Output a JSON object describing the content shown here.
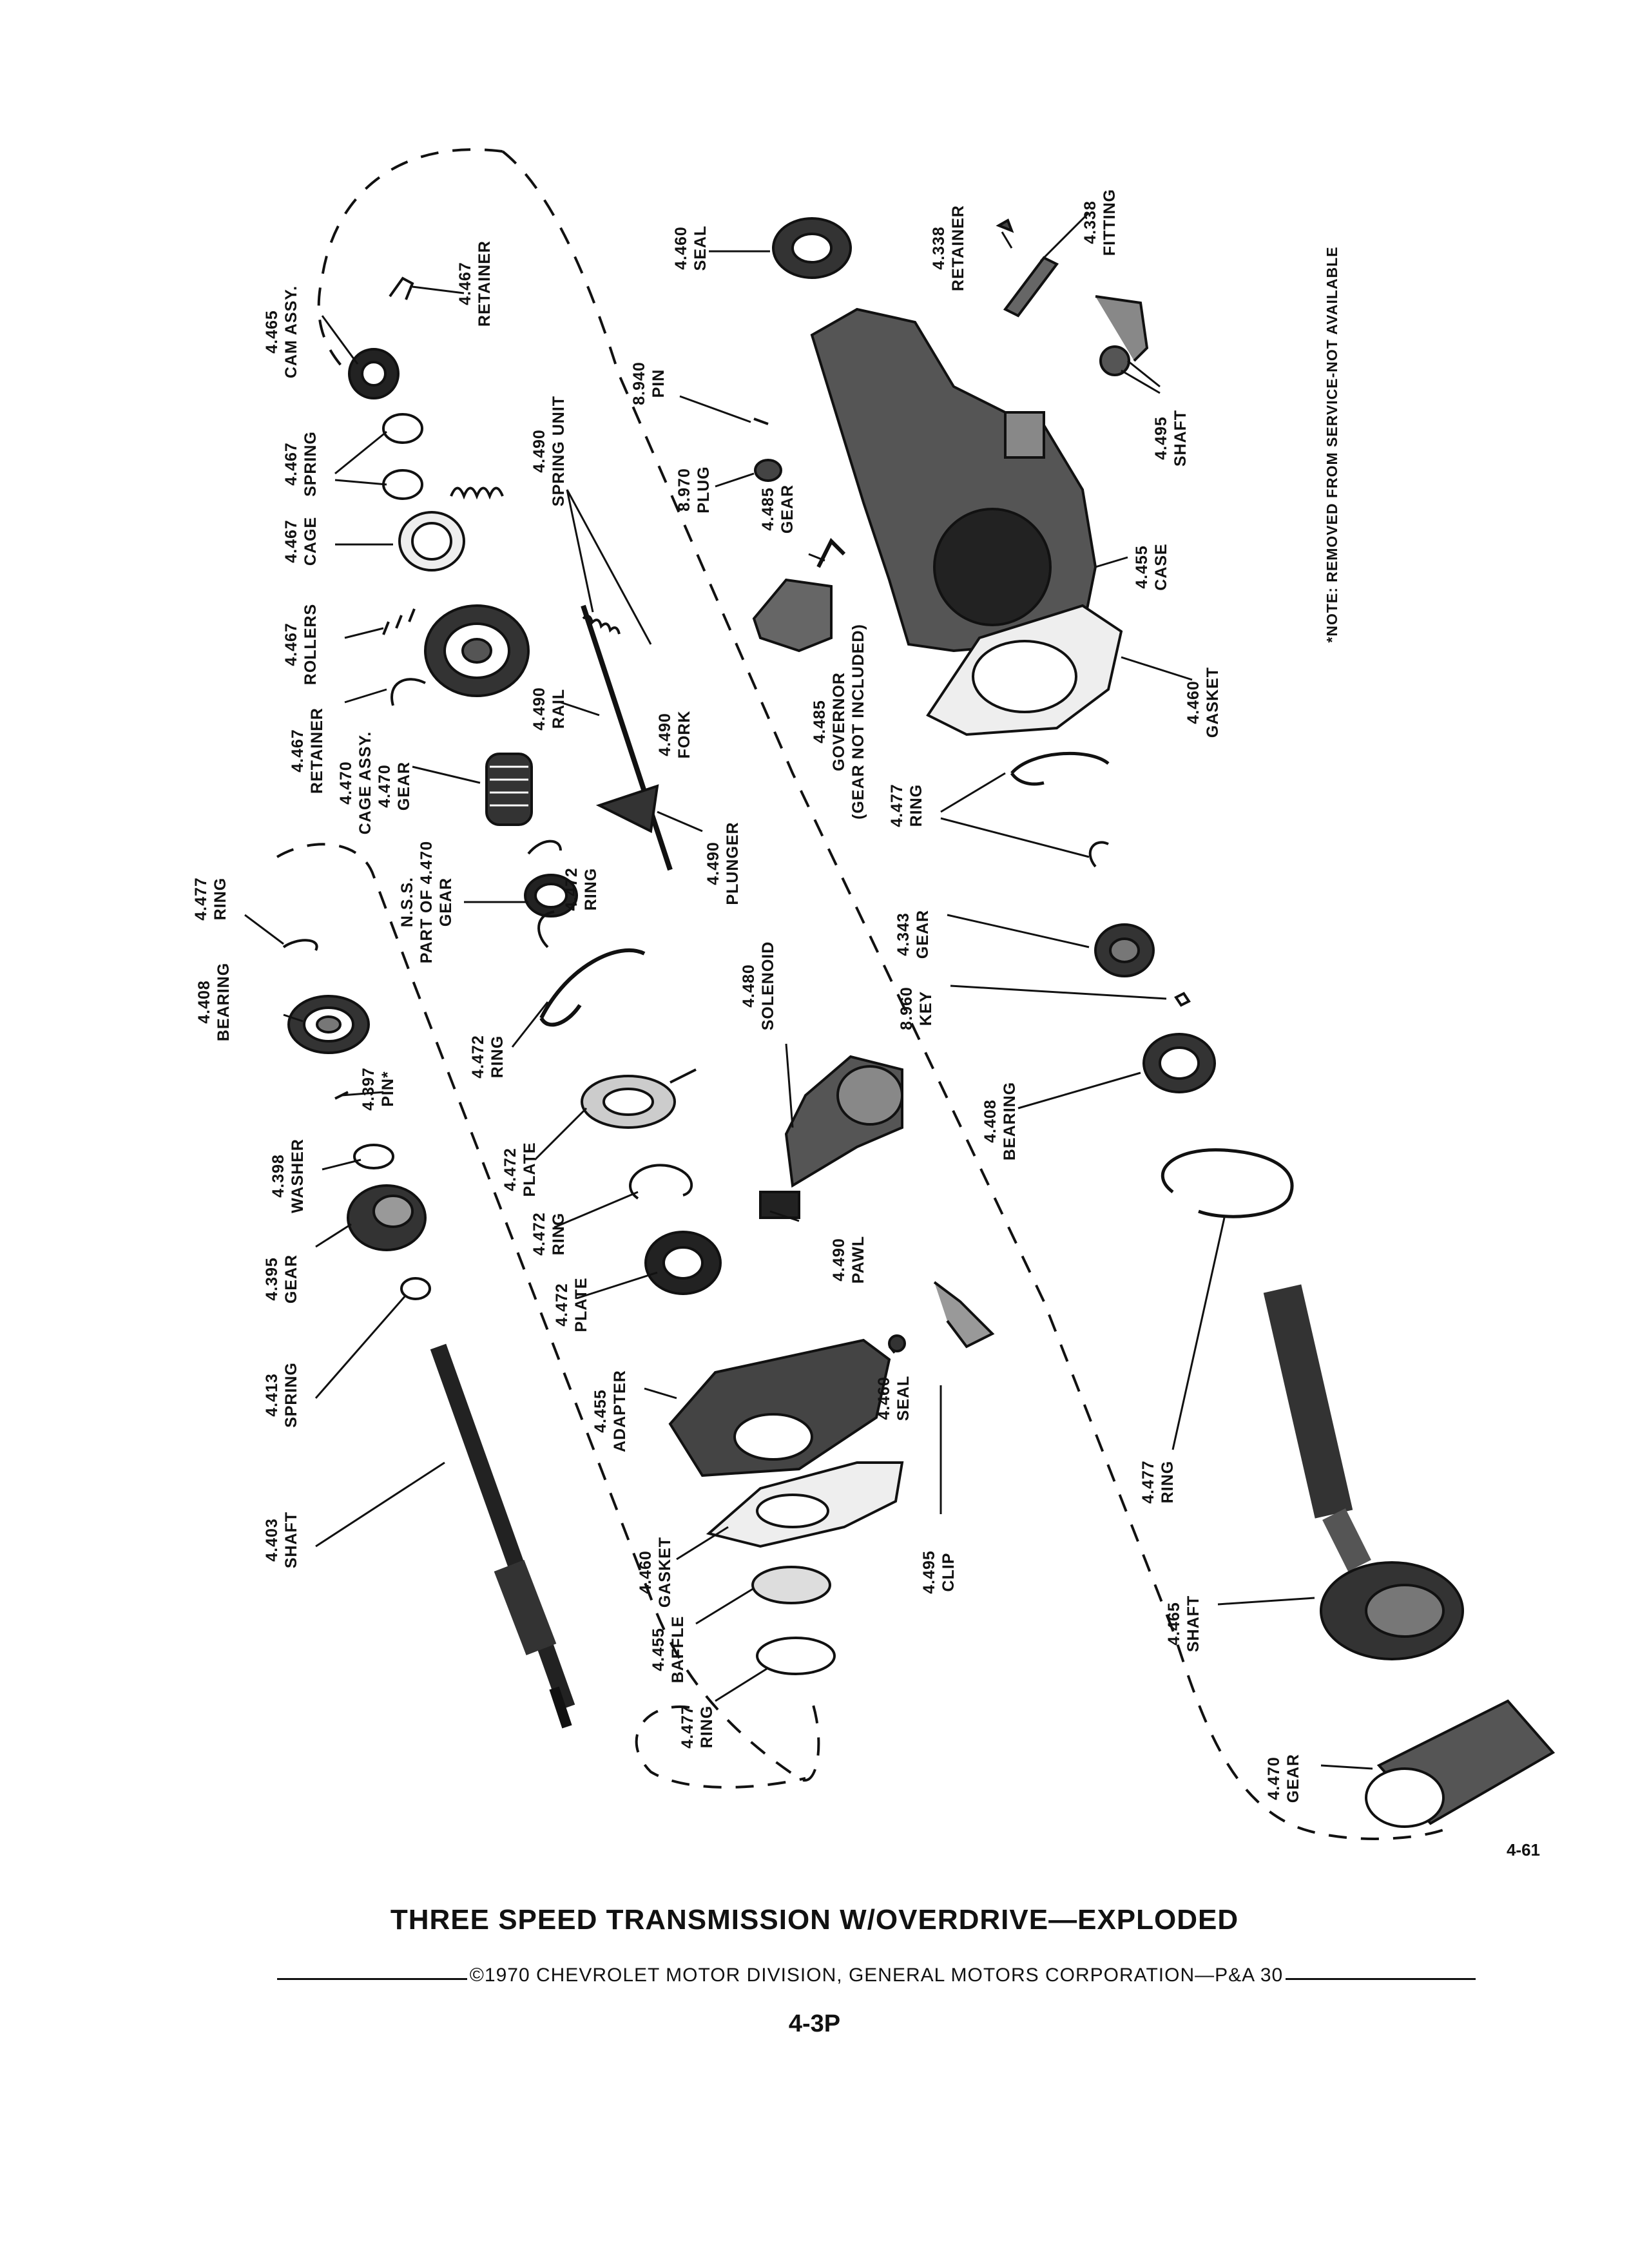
{
  "note": "*NOTE: REMOVED FROM SERVICE-NOT AVAILABLE",
  "figure_number": "4-61",
  "title": "THREE SPEED TRANSMISSION W/OVERDRIVE—EXPLODED",
  "copyright": "©1970 CHEVROLET MOTOR DIVISION, GENERAL MOTORS CORPORATION—P&A 30",
  "page_number": "4-3P",
  "parts": [
    {
      "id": "cam-assy",
      "num": "4.465",
      "name": "CAM ASSY."
    },
    {
      "id": "retainer-top",
      "num": "4.467",
      "name": "RETAINER"
    },
    {
      "id": "spring-467",
      "num": "4.467",
      "name": "SPRING"
    },
    {
      "id": "cage-467",
      "num": "4.467",
      "name": "CAGE"
    },
    {
      "id": "rollers-467",
      "num": "4.467",
      "name": "ROLLERS"
    },
    {
      "id": "retainer-467",
      "num": "4.467",
      "name": "RETAINER"
    },
    {
      "id": "cage-assy-470",
      "num": "4.470",
      "name": "CAGE ASSY."
    },
    {
      "id": "gear-470-small",
      "num": "4.470",
      "name": "GEAR"
    },
    {
      "id": "spring-unit-490",
      "num": "4.490",
      "name": "SPRING UNIT"
    },
    {
      "id": "rail-490",
      "num": "4.490",
      "name": "RAIL"
    },
    {
      "id": "fork-490",
      "num": "4.490",
      "name": "FORK"
    },
    {
      "id": "plunger-490",
      "num": "4.490",
      "name": "PLUNGER"
    },
    {
      "id": "ring-477-top",
      "num": "4.477",
      "name": "RING"
    },
    {
      "id": "nss-gear",
      "num": "N.S.S.",
      "name": "PART OF 4.470",
      "name2": "GEAR"
    },
    {
      "id": "ring-472-a",
      "num": "4.472",
      "name": "RING"
    },
    {
      "id": "bearing-408-left",
      "num": "4.408",
      "name": "BEARING"
    },
    {
      "id": "pin-397",
      "num": "4.397",
      "name": "PIN*"
    },
    {
      "id": "ring-472-b",
      "num": "4.472",
      "name": "RING"
    },
    {
      "id": "plate-472-a",
      "num": "4.472",
      "name": "PLATE"
    },
    {
      "id": "ring-472-c",
      "num": "4.472",
      "name": "RING"
    },
    {
      "id": "plate-472-b",
      "num": "4.472",
      "name": "PLATE"
    },
    {
      "id": "washer-398",
      "num": "4.398",
      "name": "WASHER"
    },
    {
      "id": "gear-395",
      "num": "4.395",
      "name": "GEAR"
    },
    {
      "id": "spring-413",
      "num": "4.413",
      "name": "SPRING"
    },
    {
      "id": "shaft-403",
      "num": "4.403",
      "name": "SHAFT"
    },
    {
      "id": "adapter-455",
      "num": "4.455",
      "name": "ADAPTER"
    },
    {
      "id": "gasket-460-lower",
      "num": "4.460",
      "name": "GASKET"
    },
    {
      "id": "baffle-455",
      "num": "4.455",
      "name": "BAFFLE"
    },
    {
      "id": "ring-477-bottom",
      "num": "4.477",
      "name": "RING"
    },
    {
      "id": "solenoid-480",
      "num": "4.480",
      "name": "SOLENOID"
    },
    {
      "id": "pawl-490",
      "num": "4.490",
      "name": "PAWL"
    },
    {
      "id": "seal-460-small",
      "num": "4.460",
      "name": "SEAL"
    },
    {
      "id": "clip-495",
      "num": "4.495",
      "name": "CLIP"
    },
    {
      "id": "seal-460-top",
      "num": "4.460",
      "name": "SEAL"
    },
    {
      "id": "pin-940",
      "num": "8.940",
      "name": "PIN"
    },
    {
      "id": "plug-970",
      "num": "8.970",
      "name": "PLUG"
    },
    {
      "id": "gear-485",
      "num": "4.485",
      "name": "GEAR"
    },
    {
      "id": "governor-485",
      "num": "4.485",
      "name": "GOVERNOR",
      "name2": "(GEAR NOT INCLUDED)"
    },
    {
      "id": "retainer-338",
      "num": "4.338",
      "name": "RETAINER"
    },
    {
      "id": "fitting-338",
      "num": "4.338",
      "name": "FITTING"
    },
    {
      "id": "shaft-495",
      "num": "4.495",
      "name": "SHAFT"
    },
    {
      "id": "case-455",
      "num": "4.455",
      "name": "CASE"
    },
    {
      "id": "gasket-460-upper",
      "num": "4.460",
      "name": "GASKET"
    },
    {
      "id": "ring-477-right",
      "num": "4.477",
      "name": "RING"
    },
    {
      "id": "gear-343",
      "num": "4.343",
      "name": "GEAR"
    },
    {
      "id": "key-960",
      "num": "8.960",
      "name": "KEY"
    },
    {
      "id": "bearing-408-right",
      "num": "4.408",
      "name": "BEARING"
    },
    {
      "id": "ring-477-lower-right",
      "num": "4.477",
      "name": "RING"
    },
    {
      "id": "shaft-465",
      "num": "4.465",
      "name": "SHAFT"
    },
    {
      "id": "gear-470-ring",
      "num": "4.470",
      "name": "GEAR"
    }
  ]
}
